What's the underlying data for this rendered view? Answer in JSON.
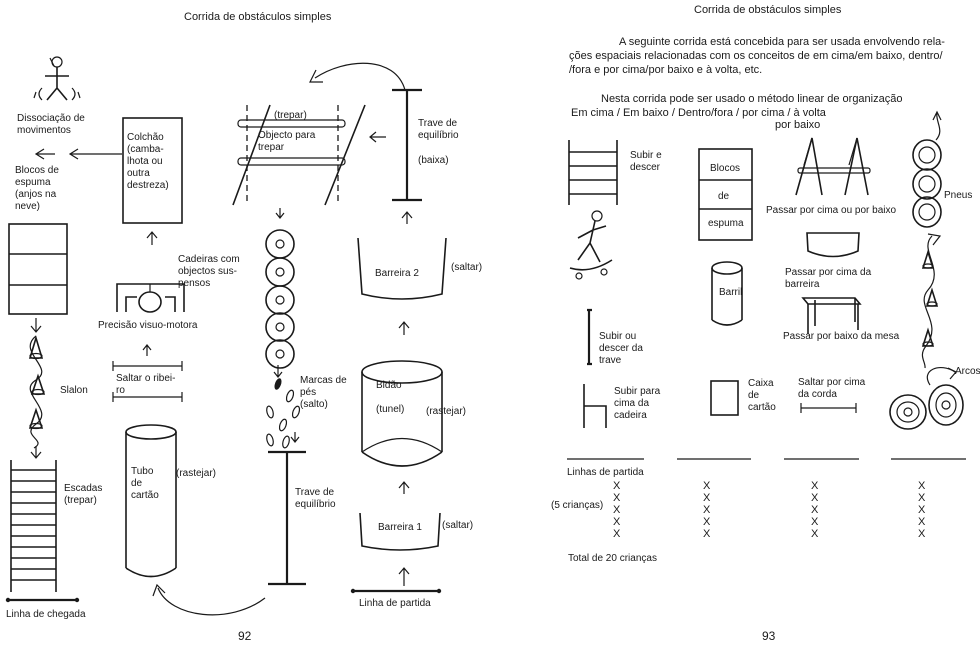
{
  "left": {
    "title": "Corrida de obstáculos simples",
    "page_number": "92",
    "labels": {
      "dissociacao": "Dissociação de\nmovimentos",
      "colchao": "Colchão\n(camba-\nlhota ou\noutra\ndestreza)",
      "blocos": "Blocos de\nespuma\n(anjos na\nneve)",
      "cadeiras": "Cadeiras com\nobjectos sus-\npensos",
      "precisao": "Precisão visuo-motora",
      "saltar_ribeiro": "Saltar o ribei-\nro",
      "slalon": "Slalon",
      "escadas": "Escadas\n(trepar)",
      "tubo": "Tubo\nde\ncartão",
      "tubo_action": "(rastejar)",
      "linha_chegada": "Linha de chegada",
      "trepar": "(trepar)",
      "objecto_trepar": "Objecto para\ntrepar",
      "trave_top": "Trave de\nequilíbrio",
      "trave_top_note": "(baixa)",
      "barreira2": "Barreira 2",
      "barreira2_action": "(saltar)",
      "marcas": "Marcas de\npés\n(salto)",
      "bidao": "Bidão",
      "bidao_tunel": "(tunel)",
      "bidao_action": "(rastejar)",
      "trave_bottom": "Trave de\nequilíbrio",
      "barreira1": "Barreira 1",
      "barreira1_action": "(saltar)",
      "linha_partida": "Linha de partida"
    }
  },
  "right": {
    "title": "Corrida de obstáculos simples",
    "page_number": "93",
    "intro": "A seguinte corrida está concebida para ser usada envolvendo rela-\nções espaciais relacionadas com os conceitos de em cima/em baixo, dentro/\n/fora e  por cima/por baixo e à volta, etc.",
    "method": "Nesta corrida pode ser usado o método linear de  organização",
    "columns_header": "Em cima / Em baixo / Dentro/fora   / por cima  / à volta",
    "columns_sub": "por baixo",
    "labels": {
      "subir_descer": "Subir e\ndescer",
      "blocos": "Blocos",
      "de": "de",
      "espuma": "espuma",
      "passar_cima_baixo": "Passar por cima ou por baixo",
      "pneus": "Pneus",
      "barril": "Barril",
      "passar_barreira": "Passar por cima da\nbarreira",
      "subir_trave": "Subir ou\ndescer da\ntrave",
      "passar_mesa": "Passar por baixo da mesa",
      "arcos": "Arcos",
      "subir_cadeira": "Subir para\ncima da\ncadeira",
      "caixa": "Caixa\nde\ncartão",
      "saltar_corda": "Saltar por cima\nda corda",
      "linhas_partida": "Linhas de partida",
      "cinco_criancas": "(5 crianças)",
      "total": "Total de 20 crianças"
    },
    "team_marker": "X"
  }
}
